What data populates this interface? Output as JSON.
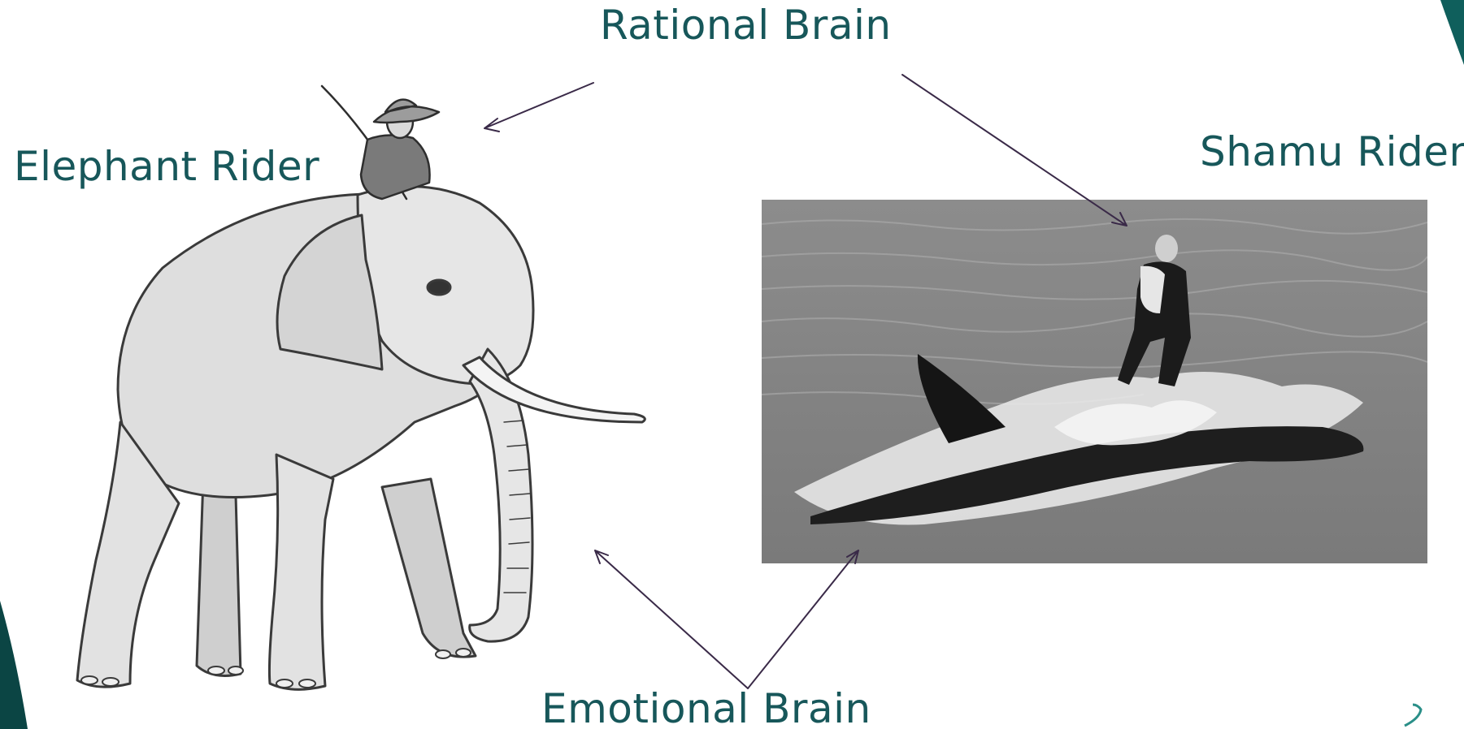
{
  "slide": {
    "rational_brain_label": "Rational Brain",
    "elephant_rider_label": "Elephant Rider",
    "shamu_rider_label": "Shamu Rider",
    "emotional_brain_label": "Emotional Brain"
  },
  "colors": {
    "label_text": "#17575a",
    "arrow": "#3a2a48",
    "accent_teal": "#0f5f5c",
    "accent_teal_dark": "#0b4544",
    "background": "#ffffff"
  },
  "images": {
    "elephant": "elephant-with-rider-illustration",
    "shamu": "orca-with-trainer-photo"
  },
  "icons": {
    "corner_mark": "swoosh-icon"
  }
}
